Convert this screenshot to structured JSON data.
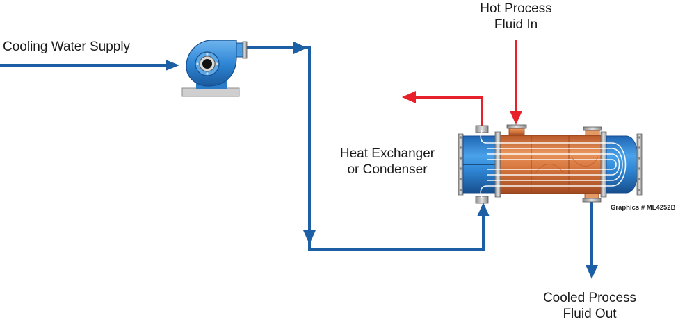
{
  "labels": {
    "cooling_water_supply": "Cooling Water Supply",
    "hot_process_line1": "Hot Process",
    "hot_process_line2": "Fluid In",
    "heat_exchanger_line1": "Heat Exchanger",
    "heat_exchanger_line2": "or Condenser",
    "cooled_process_line1": "Cooled Process",
    "cooled_process_line2": "Fluid Out",
    "graphics_number": "Graphics # ML4252B"
  },
  "colors": {
    "water_line": "#1d5fa5",
    "hot_line": "#e8202a",
    "pump_body": "#2f87d6",
    "shell_copper": "#d4743a",
    "tube": "#ffffff",
    "base": "#c9c9c9"
  }
}
